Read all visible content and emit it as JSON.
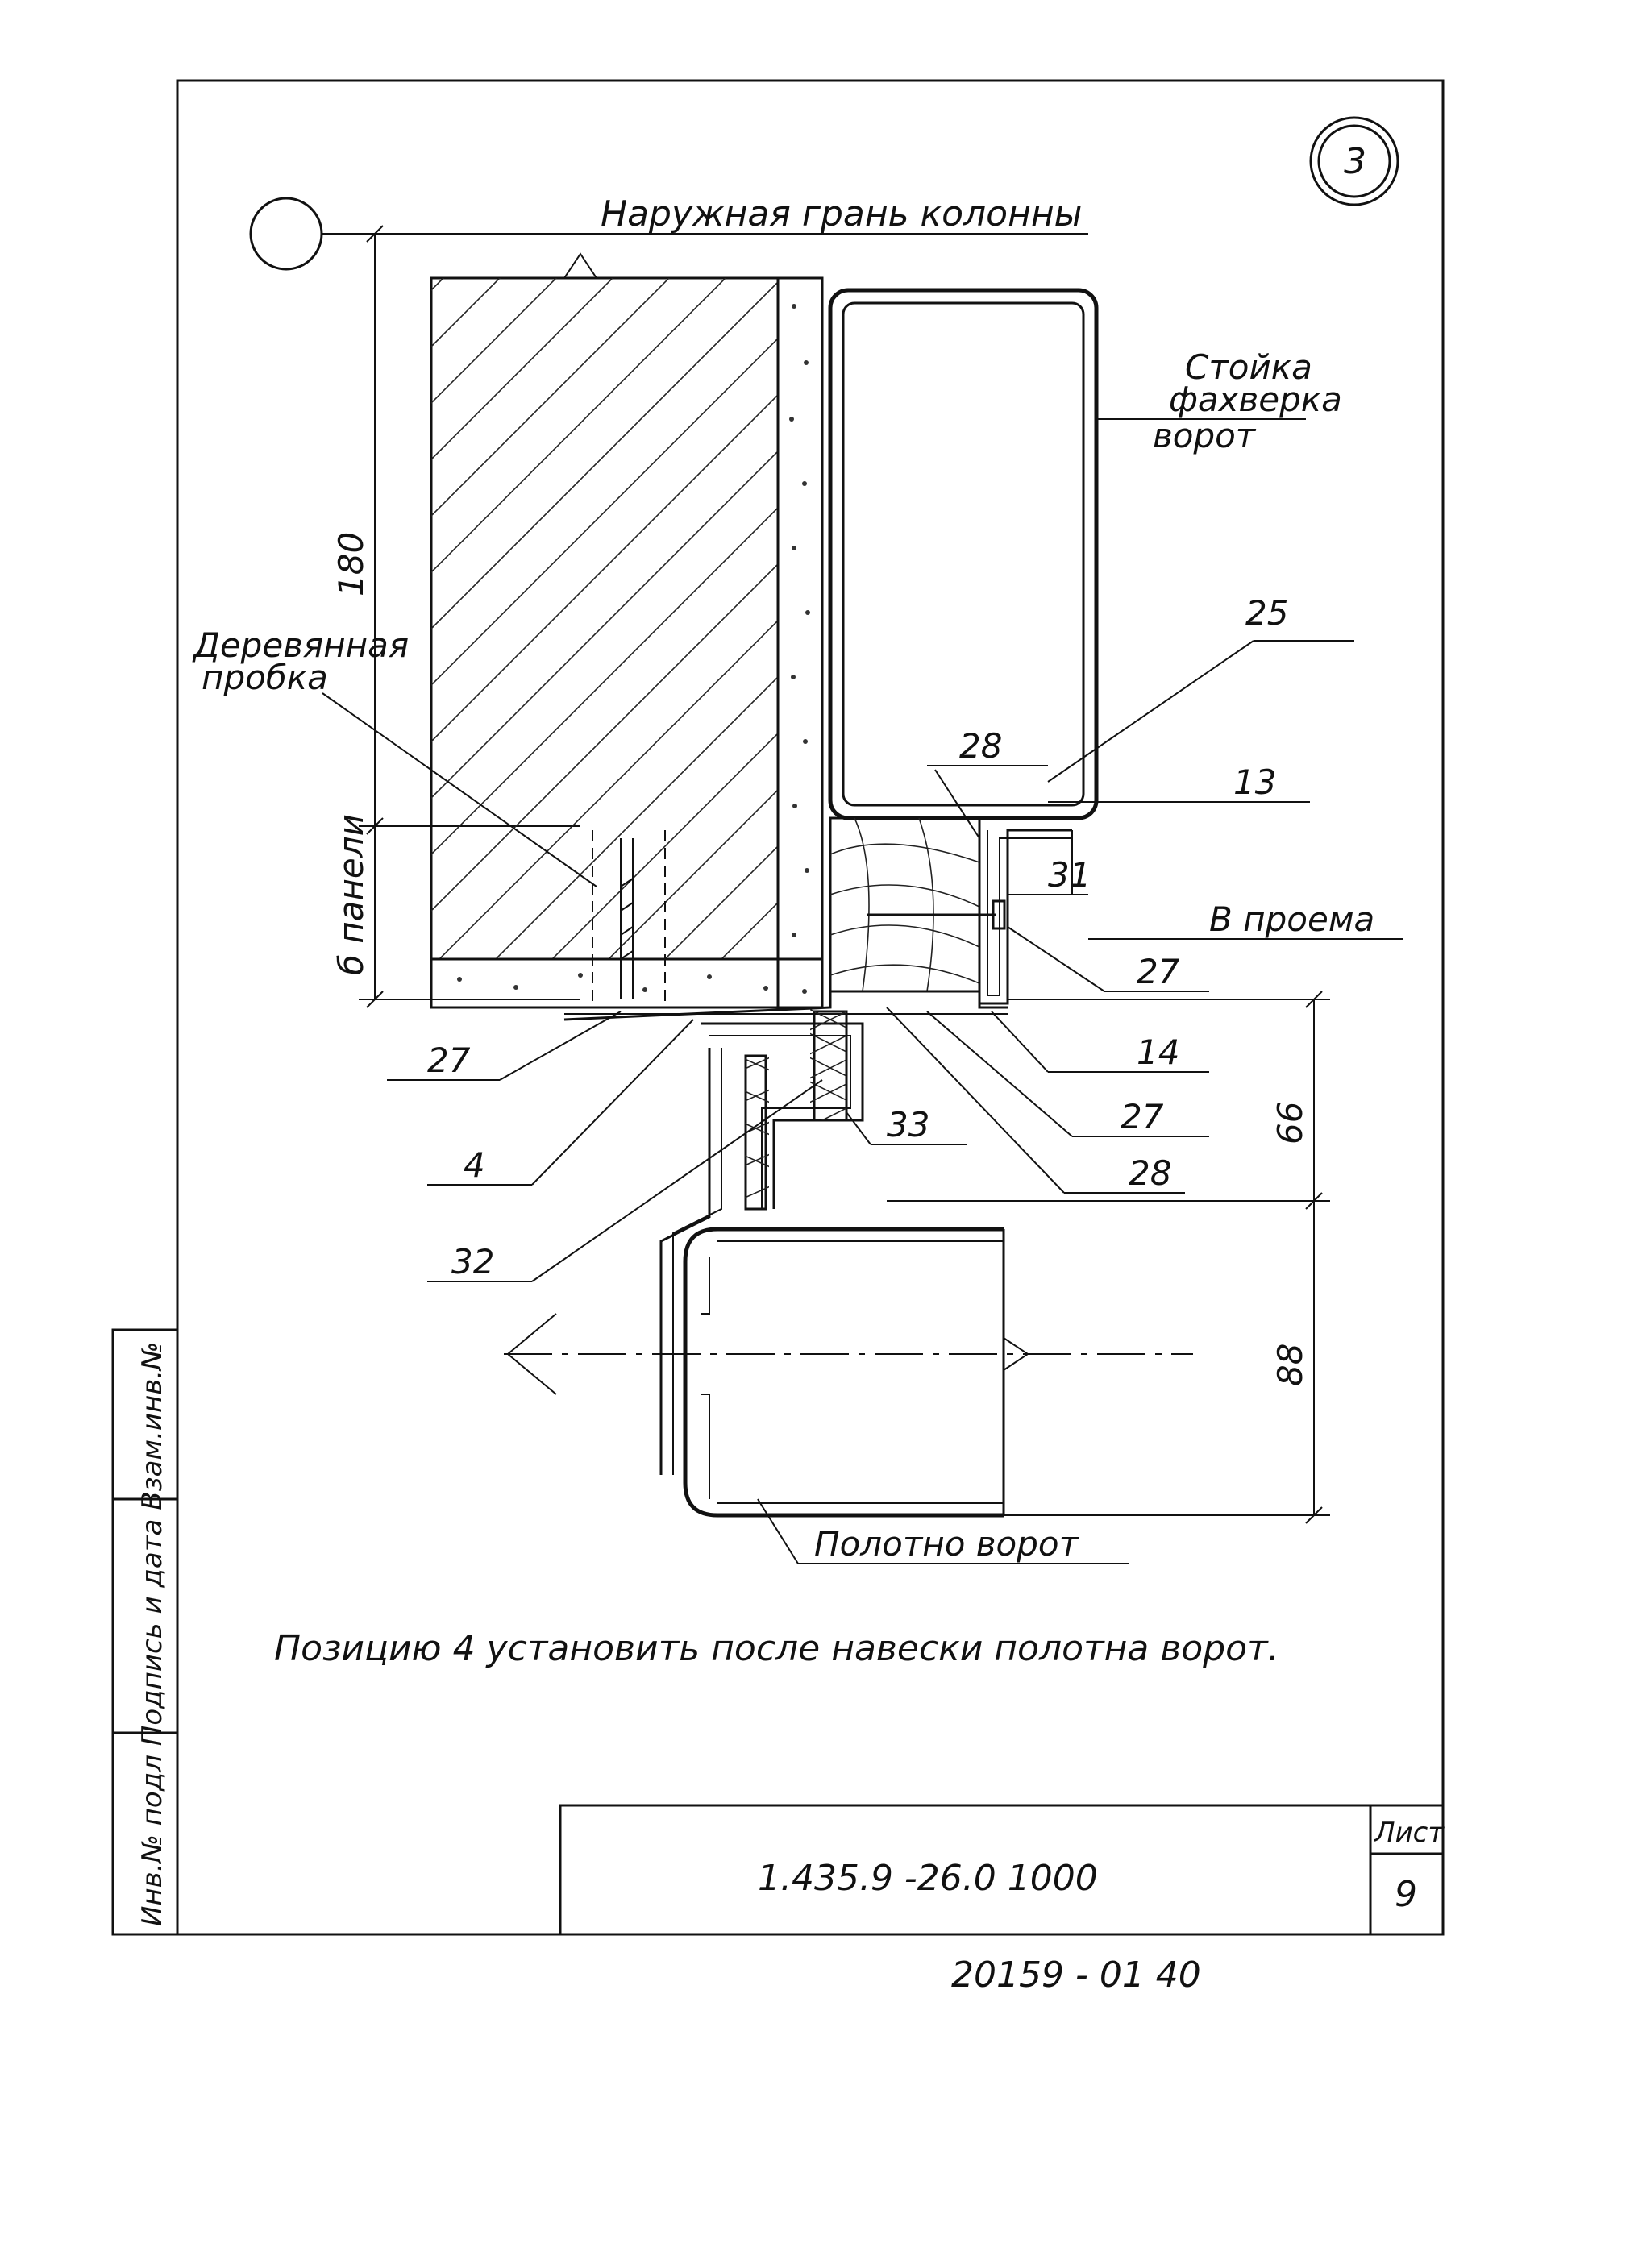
{
  "sheet": {
    "drawing_code": "1.435.9 -26.0 1000",
    "sheet_label": "Лист",
    "sheet_number": "9",
    "archive_number": "20159 - 01 40",
    "section_number": "3",
    "note": "Позицию 4 установить после навески полотна ворот.",
    "side_stamp": "Инв.№ подл  Подпись и дата  Взам.инв.№"
  },
  "labels": {
    "outer_face": "Наружная грань колонны",
    "post_line1": "Стойка",
    "post_line2": "фахверка",
    "post_line3": "ворот",
    "wood_plug_line1": "Деревянная",
    "wood_plug_line2": "пробка",
    "to_opening": "В проема",
    "gate_leaf": "Полотно ворот",
    "panel_dim": "б панели"
  },
  "callouts": [
    "25",
    "28",
    "13",
    "31",
    "27",
    "14",
    "27",
    "28",
    "33",
    "4",
    "32",
    "27"
  ],
  "dimensions": {
    "d180": "180",
    "d66": "66",
    "d88": "88"
  }
}
